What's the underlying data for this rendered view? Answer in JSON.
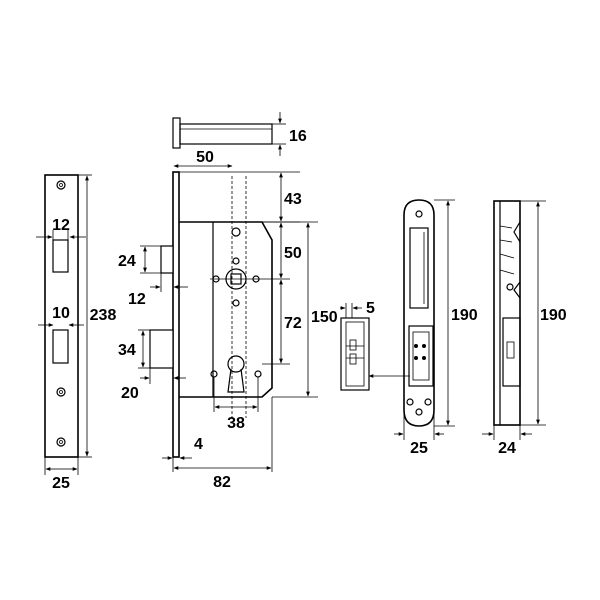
{
  "diagram": {
    "dimensions": {
      "spindle_length": "16",
      "backset": "50",
      "top_to_follower": "43",
      "follower_to_cylinder": "50",
      "follower_to_cylinder_lower": "72",
      "case_height": "150",
      "latch_height": "24",
      "latch_projection": "12",
      "bolt_height": "34",
      "bolt_projection": "20",
      "cylinder_width": "38",
      "faceplate_thickness": "4",
      "case_depth": "82",
      "faceplate_height": "238",
      "faceplate_latch_slot_width": "12",
      "faceplate_bolt_slot_width": "10",
      "faceplate_width": "25",
      "keeper_offset": "5",
      "strike_height": "190",
      "strike_width": "25",
      "box_strike_height": "190",
      "box_strike_width": "24"
    }
  }
}
